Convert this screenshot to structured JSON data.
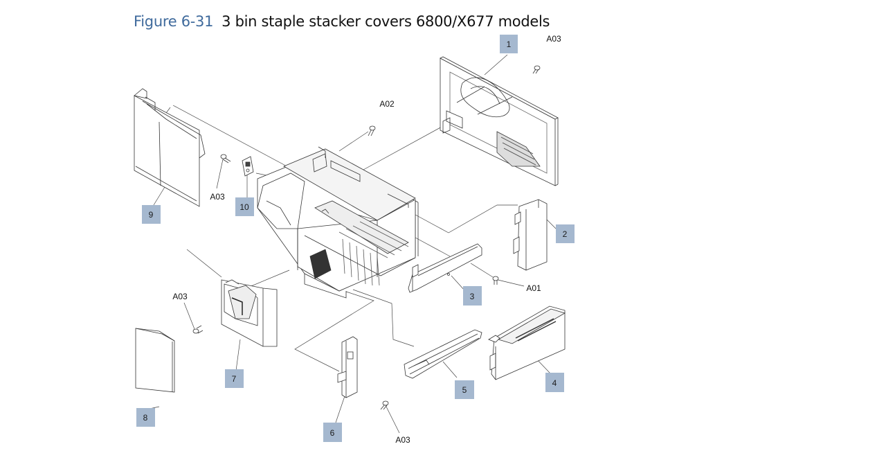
{
  "figure": {
    "number": "Figure 6-31",
    "title": "3 bin staple stacker covers 6800/X677 models"
  },
  "colors": {
    "callout_fill": "#a5b8cf",
    "title_blue": "#3f6a9c",
    "line": "#333333"
  },
  "callouts": {
    "c1": "1",
    "c2": "2",
    "c3": "3",
    "c4": "4",
    "c5": "5",
    "c6": "6",
    "c7": "7",
    "c8": "8",
    "c9": "9",
    "c10": "10"
  },
  "screw_labels": {
    "a03_top": "A03",
    "a02": "A02",
    "a03_left": "A03",
    "a01": "A01",
    "a03_mid": "A03",
    "a03_bottom": "A03"
  }
}
